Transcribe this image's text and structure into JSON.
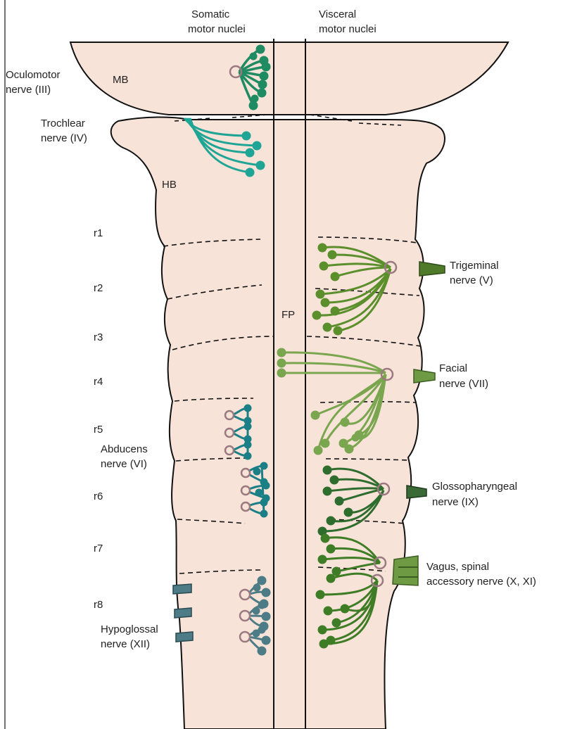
{
  "column_headers": {
    "somatic": [
      "Somatic",
      "motor nuclei"
    ],
    "visceral": [
      "Visceral",
      "motor nuclei"
    ]
  },
  "regions": {
    "midbrain": "MB",
    "hindbrain": "HB",
    "floor_plate": "FP"
  },
  "rhombomeres": [
    "r1",
    "r2",
    "r3",
    "r4",
    "r5",
    "r6",
    "r7",
    "r8"
  ],
  "nerves": {
    "oculomotor": [
      "Oculomotor",
      "nerve (III)"
    ],
    "trochlear": [
      "Trochlear",
      "nerve (IV)"
    ],
    "trigeminal": [
      "Trigeminal",
      "nerve (V)"
    ],
    "facial": [
      "Facial",
      "nerve (VII)"
    ],
    "abducens": [
      "Abducens",
      "nerve (VI)"
    ],
    "glossopharyngeal": [
      "Glossopharyngeal",
      "nerve (IX)"
    ],
    "vagus": [
      "Vagus, spinal",
      "accessory nerve (X, XI)"
    ],
    "hypoglossal": [
      "Hypoglossal",
      "nerve (XII)"
    ]
  },
  "colors": {
    "tissue": "#f8e3d8",
    "outline": "#111111",
    "oculomotor": "#1e8b62",
    "trochlear": "#1fa595",
    "abducens": "#1b7f86",
    "hypoglossal": "#4e7c86",
    "trigeminal": "#5b8f2c",
    "facial": "#79a64e",
    "glossopharyngeal": "#2f6d2e",
    "vagus": "#3f7c26",
    "soma_ring": "#9a7a80"
  }
}
